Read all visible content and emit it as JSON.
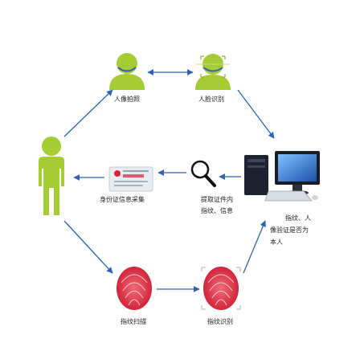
{
  "nodes": {
    "face_photo": "人像拍照",
    "face_recognition": "人脸识别",
    "id_card_collect": "身份证信息采集",
    "extract_cert_line1": "提取证件内",
    "extract_cert_line2": "指纹、信息",
    "verify_line1": "指纹、人",
    "verify_line2": "像验证是否为",
    "verify_line3": "本人",
    "fingerprint_scan": "指纹扫描",
    "fingerprint_recognition": "指纹识别"
  },
  "colors": {
    "person_green": "#a6cc34",
    "person_green_dark": "#8db12a",
    "arrow_blue": "#2e62b4",
    "fingerprint_red": "#d3243a",
    "monitor_blue": "#2c67c8"
  }
}
